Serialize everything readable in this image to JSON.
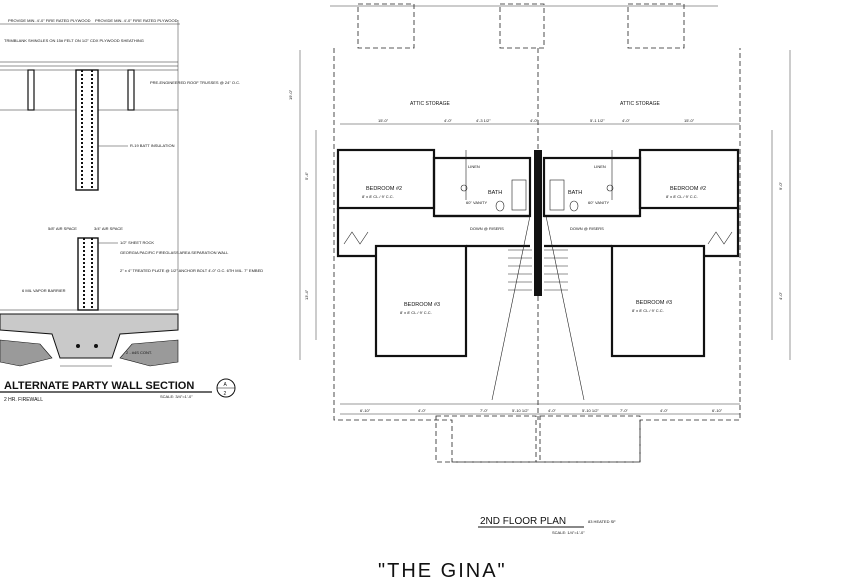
{
  "section": {
    "title": "ALTERNATE PARTY WALL SECTION",
    "subtitle": "2 HR. FIREWALL",
    "marker_top": "A",
    "marker_bottom": "2",
    "scale": "SCALE: 3/4\"=1'-0\"",
    "notes": [
      "PROVIDE MIN. 4'-0\" FIRE RATED PLYWOOD",
      "PROVIDE MIN. 4'-0\" FIRE RATED PLYWOOD",
      "TRIMBLANK SHINGLES ON 15# FELT ON 1/2\" CDX PLYWOOD SHEATHING",
      "PRE-ENGINEERED ROOF TRUSSES @ 24\" O.C.",
      "R-19 BATT INSULATION",
      "5/8\" AIR SPACE",
      "3/4\" AIR SPACE",
      "1/2\" SHEET ROCK",
      "GEORGIA PACIFIC FIREGLASS AREA SEPARATION WALL",
      "2\" x 4\" TREATED PLATE @ 1/2\" ANCHOR BOLT 4'-0\" O.C. 6TH MIL. 7\" EMBED",
      "6 MIL VAPOR BARRIER",
      "2 - #4S CONT."
    ]
  },
  "plan": {
    "title": "2ND FLOOR PLAN",
    "area": "83 HEATED SF",
    "scale": "SCALE: 1/4\"=1'-0\"",
    "attic_left": "ATTIC STORAGE",
    "attic_right": "ATTIC STORAGE",
    "rooms": {
      "bed2_left": "BEDROOM #2",
      "bed2_left_sub": "8' x 8' CL / 9' C.C.",
      "bed2_right": "BEDROOM #2",
      "bed2_right_sub": "8' x 8' CL / 9' C.C.",
      "bed3_left": "BEDROOM #3",
      "bed3_left_sub": "8' x 8' CL / 9' C.C.",
      "bed3_right": "BEDROOM #3",
      "bed3_right_sub": "8' x 8' CL / 9' C.C.",
      "bath_left": "BATH",
      "bath_right": "BATH",
      "linen_left": "LINEN",
      "linen_right": "LINEN",
      "vanity_left": "60\" VANITY",
      "vanity_right": "60\" VANITY",
      "hall_left": "DOWN @ RISERS",
      "hall_right": "DOWN @ RISERS"
    },
    "dims_top": [
      "15'-0\"",
      "4'-0\"",
      "4'-3 1/2\"",
      "4'-0\"",
      "5'-1 1/2\"",
      "4'-0\"",
      "15'-0\""
    ],
    "dims_bottom": [
      "6'-10\"",
      "4'-0\"",
      "7'-0\"",
      "5'-10 1/2\"",
      "4'-0\"",
      "5'-10 1/2\"",
      "7'-0\"",
      "4'-0\"",
      "6'-10\""
    ],
    "dims_side": [
      "19'-0\"",
      "5'-4\"",
      "13'-4\"",
      "9'-0\"",
      "4'-0\""
    ]
  },
  "project_name": "\"THE GINA\""
}
